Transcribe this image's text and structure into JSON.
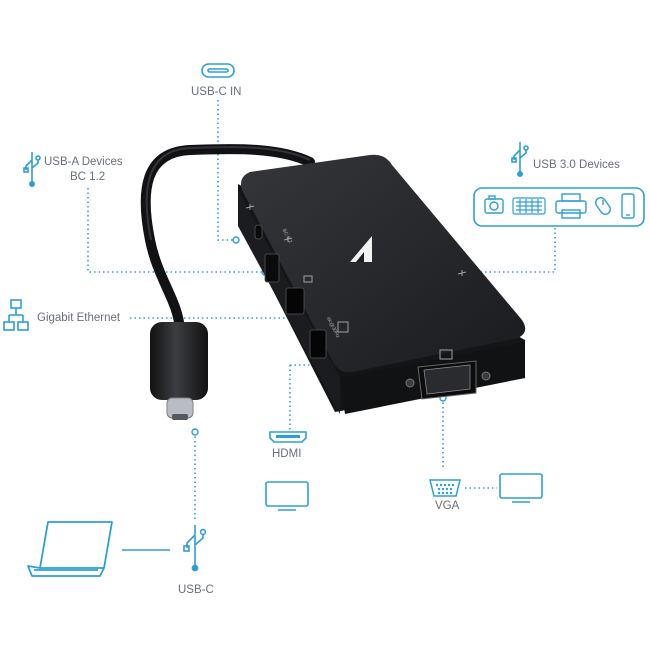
{
  "labels": {
    "usbc_in": "USB-C IN",
    "usba_line1": "USB-A Devices",
    "usba_line2": "BC 1.2",
    "usb3": "USB 3.0 Devices",
    "ethernet": "Gigabit Ethernet",
    "hdmi": "HDMI",
    "vga": "VGA",
    "usbc": "USB-C"
  },
  "device_port_labels": {
    "hdmi_res": "4K@30Hz",
    "bc": "BC 1.2"
  },
  "colors": {
    "accent": "#2e9fd2",
    "label": "#6a7078",
    "device": "#1e1f22"
  },
  "icons": [
    "usb-c-port-icon",
    "usb-icon",
    "network-icon",
    "monitor-icon",
    "hdmi-port-icon",
    "vga-port-icon",
    "laptop-icon",
    "camera-icon",
    "keyboard-icon",
    "printer-icon",
    "mouse-icon",
    "phone-icon"
  ]
}
